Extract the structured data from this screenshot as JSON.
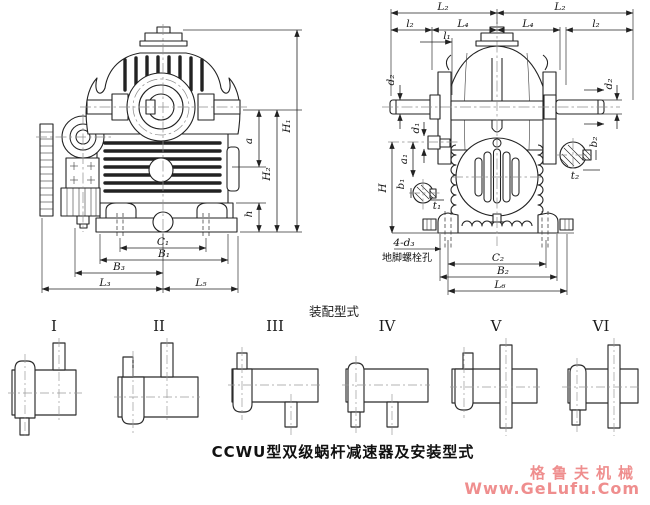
{
  "front_view": {
    "labels": {
      "a": "a",
      "H2": "H₂",
      "H1": "H₁",
      "h": "h",
      "C1": "C₁",
      "B1": "B₁",
      "B3": "B₃",
      "L3": "L₃",
      "L5": "L₅"
    }
  },
  "side_view": {
    "labels": {
      "L2_left": "L₂",
      "L2_right": "L₂",
      "l2_left": "l₂",
      "l2_right": "l₂",
      "L4_left": "L₄",
      "L4_right": "L₄",
      "l1": "l₁",
      "d2_left": "d₂",
      "d2_right": "d₂",
      "d1": "d₁",
      "a1": "a₁",
      "b1": "b₁",
      "t1": "t₁",
      "H": "H",
      "b2": "b₂",
      "t2": "t₂",
      "C2": "C₂",
      "B2": "B₂",
      "L6": "L₆",
      "bolt_count": "4-d₃",
      "bolt_note": "地脚螺栓孔"
    }
  },
  "assembly": {
    "title": "装配型式",
    "variants": [
      "I",
      "II",
      "III",
      "IV",
      "V",
      "VI"
    ]
  },
  "caption": "CCWU型双级蜗杆减速器及安装型式",
  "watermark": {
    "brand": "格鲁夫机械",
    "url": "Www.GeLufu.Com",
    "color": "#ef8e8e"
  }
}
